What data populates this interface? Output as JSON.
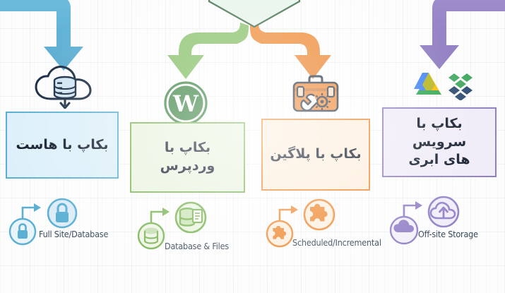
{
  "diagram": {
    "title": "Backup Methods Infographic",
    "language": "fa",
    "background": "#fdfdfd"
  },
  "hub": {
    "name": "central-diamond",
    "fill": "#e9f5ec",
    "stroke": "#4f7a57"
  },
  "branches": [
    {
      "id": "host",
      "accent": "#63b4d8",
      "box_fill": "#ddf0f9",
      "box_border": "#5aafd4",
      "label": "بکاپ با هاست",
      "icon": "cloud-database-icon",
      "caption": "Full Site/Database",
      "caption_icons": [
        "lock-icon",
        "lock-shield-icon"
      ]
    },
    {
      "id": "wordpress",
      "accent": "#8cc46a",
      "box_fill": "#eaf4e0",
      "box_border": "#7db558",
      "label": "بکاپ با وردپرس",
      "icon": "wordpress-icon",
      "caption": "Database & Files",
      "caption_icons": [
        "database-icon",
        "database-files-icon"
      ]
    },
    {
      "id": "plugin",
      "accent": "#ef8f3c",
      "box_fill": "#fdefdd",
      "box_border": "#ec8b37",
      "label": "بکاپ با پلاگین",
      "icon": "toolbox-icon",
      "caption": "Scheduled/Incremental",
      "caption_icons": [
        "puzzle-piece-icon",
        "puzzle-piece-icon"
      ]
    },
    {
      "id": "cloud",
      "accent": "#9684c8",
      "box_fill": "#f0ecf8",
      "box_border": "#9080c4",
      "label_line1": "بکاپ با سرویس",
      "label_line2": "های ابری",
      "icon": "google-drive-icon",
      "icon2": "dropbox-icon",
      "caption": "Off-site Storage",
      "caption_icons": [
        "cloud-icon",
        "cloud-upload-icon"
      ]
    }
  ]
}
